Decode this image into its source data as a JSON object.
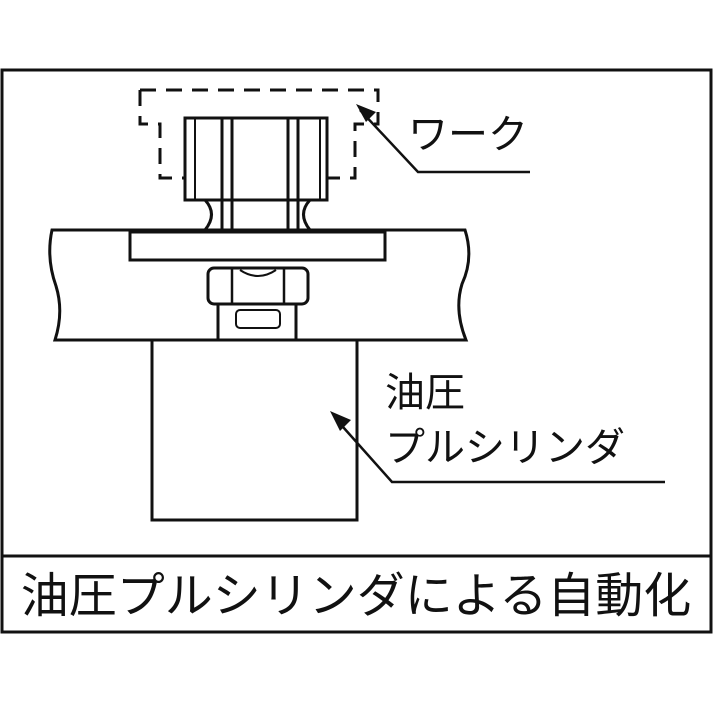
{
  "labels": {
    "workpiece": "ワーク",
    "cylinder_line1": "油圧",
    "cylinder_line2": "プルシリンダ"
  },
  "caption": "油圧プルシリンダによる自動化",
  "colors": {
    "stroke": "#111111",
    "background": "#ffffff"
  }
}
